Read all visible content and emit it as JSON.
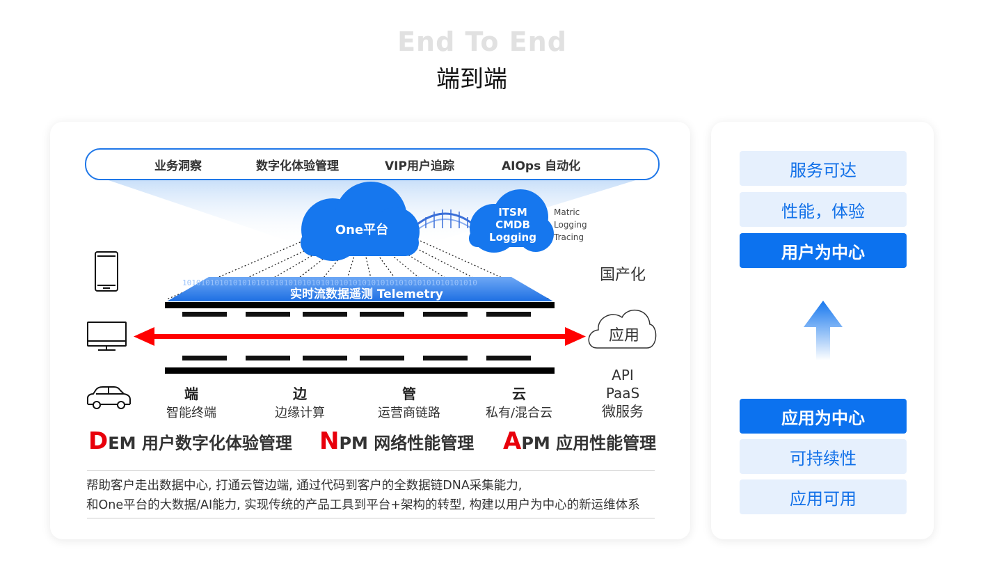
{
  "header": {
    "title_en": "End To End",
    "title_zh": "端到端"
  },
  "top_bar": {
    "items": [
      "业务洞察",
      "数字化体验管理",
      "VIP用户追踪",
      "AIOps 自动化"
    ]
  },
  "diagram": {
    "platform_cloud": "One平台",
    "ops_cloud_lines": [
      "ITSM",
      "CMDB",
      "Logging"
    ],
    "signals": [
      "Matric",
      "Logging",
      "Tracing"
    ],
    "telemetry_label": "实时流数据遥测 Telemetry",
    "binary_text": "1010101010101010101010101010101010101010101010101010101010101010",
    "domestic_label": "国产化",
    "app_cloud_label": "应用",
    "api_lines": [
      "API",
      "PaaS",
      "微服务"
    ],
    "nodes": [
      {
        "title": "端",
        "subtitle": "智能终端"
      },
      {
        "title": "边",
        "subtitle": "边缘计算"
      },
      {
        "title": "管",
        "subtitle": "运营商链路"
      },
      {
        "title": "云",
        "subtitle": "私有/混合云"
      }
    ],
    "device_icons": [
      "phone-icon",
      "monitor-icon",
      "car-icon"
    ]
  },
  "acronyms": [
    {
      "letter": "D",
      "rest": "EM 用户数字化体验管理"
    },
    {
      "letter": "N",
      "rest": "PM 网络性能管理"
    },
    {
      "letter": "A",
      "rest": "PM 应用性能管理"
    }
  ],
  "description": {
    "line1": "帮助客户走出数据中心, 打通云管边端, 通过代码到客户的全数据链DNA采集能力,",
    "line2": "和One平台的大数据/AI能力, 实现传统的产品工具到平台+架构的转型, 构建以用户为中心的新运维体系"
  },
  "side_panel": {
    "top_items": [
      {
        "label": "服务可达",
        "active": false
      },
      {
        "label": "性能，体验",
        "active": false
      },
      {
        "label": "用户为中心",
        "active": true
      }
    ],
    "bottom_items": [
      {
        "label": "应用为中心",
        "active": true
      },
      {
        "label": "可持续性",
        "active": false
      },
      {
        "label": "应用可用",
        "active": false
      }
    ]
  },
  "colors": {
    "primary_blue": "#0c72ef",
    "light_blue": "#e6f0fd",
    "accent_red": "#e8000b",
    "arrow_red": "#ff0000"
  }
}
